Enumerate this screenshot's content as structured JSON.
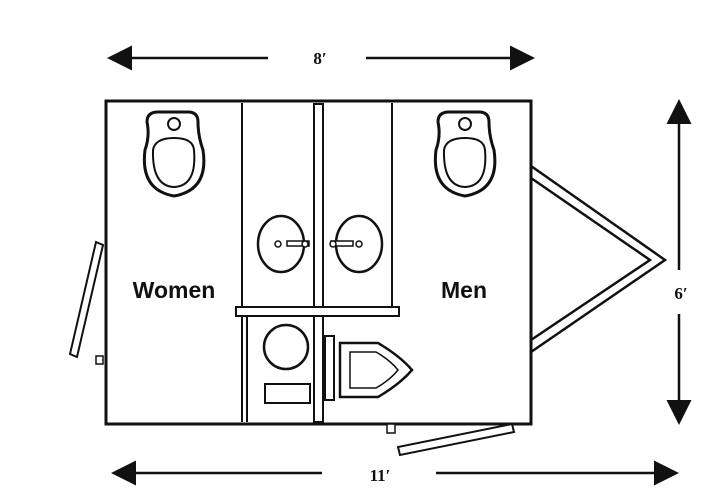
{
  "dimensions": {
    "top_width": "8′",
    "bottom_width": "11′",
    "height": "6′"
  },
  "rooms": {
    "women": "Women",
    "men": "Men"
  },
  "colors": {
    "line": "#111111",
    "background": "#ffffff",
    "fixture_fill": "#ffffff"
  }
}
